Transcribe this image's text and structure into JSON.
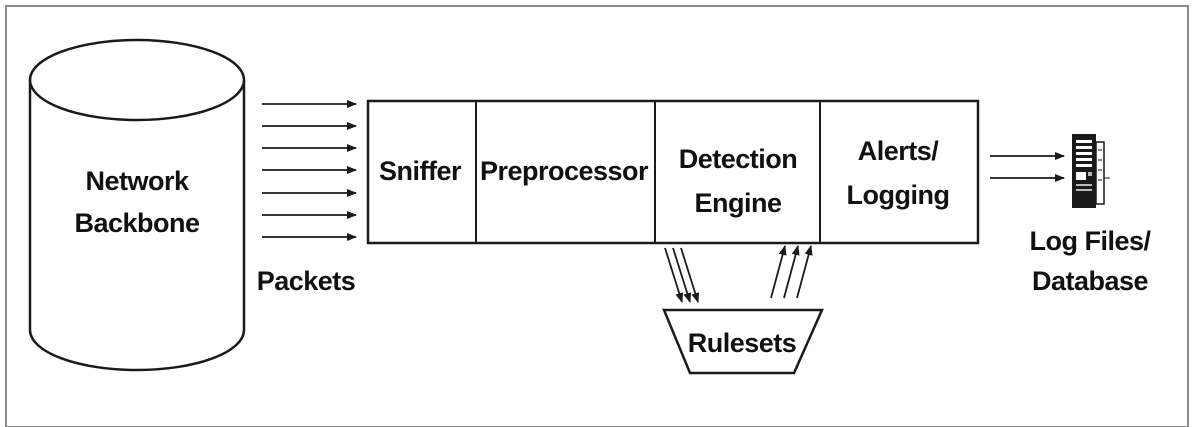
{
  "diagram": {
    "cylinder": {
      "line1": "Network",
      "line2": "Backbone"
    },
    "packets_label": "Packets",
    "pipeline": {
      "sniffer": "Sniffer",
      "preprocessor": "Preprocessor",
      "detection_line1": "Detection",
      "detection_line2": "Engine",
      "alerts_line1": "Alerts/",
      "alerts_line2": "Logging"
    },
    "rulesets": "Rulesets",
    "output": {
      "line1": "Log Files/",
      "line2": "Database"
    },
    "colors": {
      "line": "#1a1a1a",
      "frame": "#8a8a8a",
      "background": "#ffffff"
    }
  }
}
